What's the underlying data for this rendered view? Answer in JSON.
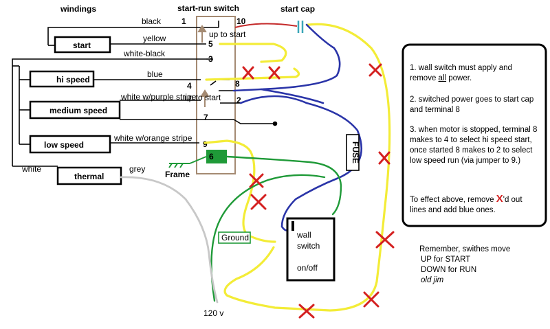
{
  "title": "windings",
  "switch_title": "start-run switch",
  "start_cap": "start cap",
  "windings": {
    "start": "start",
    "hi_speed": "hi speed",
    "medium_speed": "medium speed",
    "low_speed": "low speed",
    "thermal": "thermal"
  },
  "wire_labels": {
    "black": "black",
    "yellow": "yellow",
    "white_black": "white-black",
    "blue": "blue",
    "white_purple": "white w/purple stripe",
    "white_orange": "white w/orange stripe",
    "white": "white",
    "grey": "grey",
    "frame": "Frame",
    "ground": "Ground",
    "volts": "120 v"
  },
  "terminals": {
    "t1": "1",
    "t10": "10",
    "t5": "5",
    "t3": "3",
    "t4": "4",
    "t8": "8",
    "t2": "2",
    "t7": "7",
    "t9": "9",
    "t6": "6"
  },
  "switch_arrows": {
    "up": "up to start",
    "down": "up to start"
  },
  "fuse": "FUSE",
  "wall_switch": {
    "line1": "wall",
    "line2": "switch",
    "line3": "on/off"
  },
  "notes": {
    "n1a": "1.  wall switch must apply and",
    "n1b_pre": "remove ",
    "n1b_em": "all",
    "n1b_post": "  power.",
    "n2a": "2.  switched power goes to start cap",
    "n2b": "and terminal 8",
    "n3a": "3. when motor is stopped, terminal 8",
    "n3b": "makes to 4 to select hi speed start,",
    "n3c": "once started 8 makes to 2 to select",
    "n3d": "low speed run (via jumper to 9.)",
    "n4a": "To effect above,  remove ",
    "n4x": "X",
    "n4b": "'d out",
    "n4c": "lines and add blue ones."
  },
  "reminder": {
    "l1": "Remember,  swithes move",
    "l2": "UP for START",
    "l3": "DOWN for RUN",
    "l4": "old jim"
  },
  "colors": {
    "yellow_wire": "#f3ec37",
    "blue_wire": "#2a34a8",
    "green_wire": "#1f9a38",
    "red_wire": "#c42a2a",
    "grey_wire": "#c8c8c8",
    "switch_box": "#a48a72",
    "cap_label": "#3aa6b8",
    "switch_title": "#a48a72",
    "frame_label": "#2c8f4a",
    "x_mark": "#d42020"
  }
}
